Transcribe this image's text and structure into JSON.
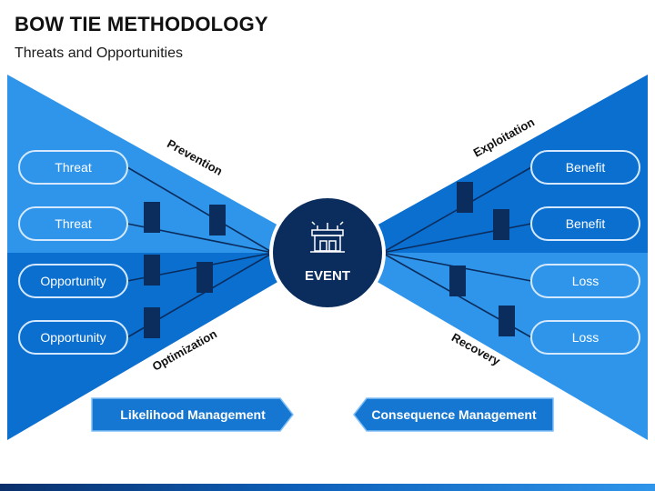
{
  "slide": {
    "title": "BOW TIE METHODOLOGY",
    "subtitle": "Threats and Opportunities"
  },
  "left_items": [
    "Threat",
    "Threat",
    "Opportunity",
    "Opportunity"
  ],
  "right_items": [
    "Benefit",
    "Benefit",
    "Loss",
    "Loss"
  ],
  "event": {
    "label": "EVENT",
    "icon": "building-icon"
  },
  "quadrant_labels": {
    "prevention": "Prevention",
    "optimization": "Optimization",
    "exploitation": "Exploitation",
    "recovery": "Recovery"
  },
  "management": {
    "left": "Likelihood Management",
    "right": "Consequence Management"
  },
  "colors": {
    "light_blue": "#2f95ea",
    "dark_blue": "#0b6fd0",
    "navy": "#0b2d5e",
    "pill_border": "#cfe6ff",
    "mgmt_fill": "#1677d2"
  }
}
